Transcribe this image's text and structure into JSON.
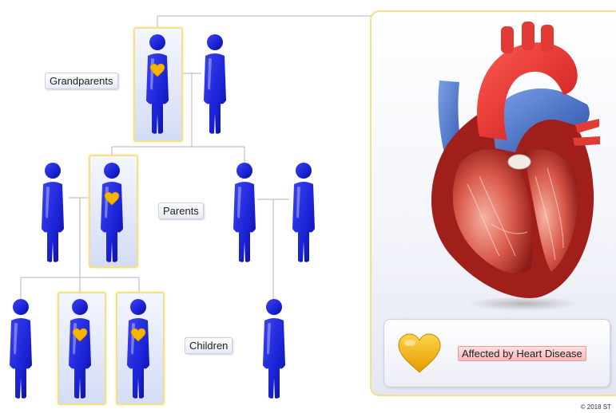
{
  "labels": {
    "grandparents": "Grandparents",
    "parents": "Parents",
    "children": "Children"
  },
  "legend": {
    "affected_label": "Affected by Heart Disease",
    "icon": "heart-icon"
  },
  "copyright": "© 2018 ST",
  "people": [
    {
      "id": "grandparent-1",
      "generation": "grandparents",
      "affected": true
    },
    {
      "id": "grandparent-2",
      "generation": "grandparents",
      "affected": false
    },
    {
      "id": "parent-1",
      "generation": "parents",
      "affected": false
    },
    {
      "id": "parent-2",
      "generation": "parents",
      "affected": true
    },
    {
      "id": "parent-3",
      "generation": "parents",
      "affected": false
    },
    {
      "id": "parent-4",
      "generation": "parents",
      "affected": false
    },
    {
      "id": "child-1",
      "generation": "children",
      "affected": false
    },
    {
      "id": "child-2",
      "generation": "children",
      "affected": true
    },
    {
      "id": "child-3",
      "generation": "children",
      "affected": true
    },
    {
      "id": "child-4",
      "generation": "children",
      "affected": false
    }
  ],
  "colors": {
    "person": "#1a22d6",
    "affected_heart": "#f4b400",
    "highlight_border": "#f3e08a",
    "legend_label_bg": "#f6b7b7"
  }
}
